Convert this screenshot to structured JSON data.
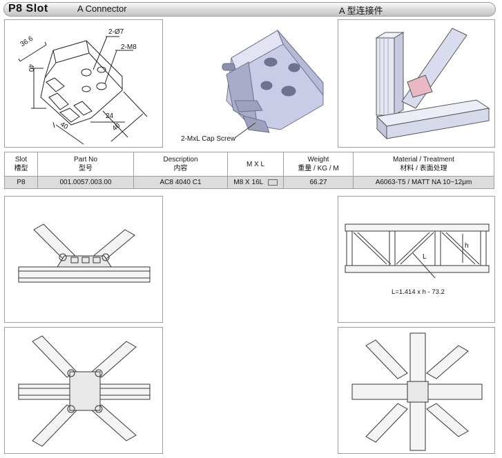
{
  "header": {
    "slot": "P8  Slot",
    "name_en": "A Connector",
    "name_zh": "A 型连接件"
  },
  "drawing": {
    "dim_36": "36.6",
    "dim_40_left": "40",
    "dim_40_bottom": "40",
    "dim_24": "24",
    "dim_40_right": "40",
    "hole_label": "2-Ø7",
    "thread_label": "2-M8"
  },
  "render_label": "2-MxL Cap Screw",
  "table": {
    "headers": [
      {
        "en": "Slot",
        "zh": "槽型"
      },
      {
        "en": "Part No",
        "zh": "型号"
      },
      {
        "en": "Description",
        "zh": "内容"
      },
      {
        "en": "M X L",
        "zh": ""
      },
      {
        "en": "Weight",
        "zh": "重量 / KG / M"
      },
      {
        "en": "Material / Treatment",
        "zh": "材料 / 表面处理"
      }
    ],
    "row": {
      "slot": "P8",
      "part_no": "001.0057.003.00",
      "description": "AC8 4040 C1",
      "mxl": "M8 X 16L",
      "weight": "66.27",
      "material": "A6063-T5 / MATT NA 10~12μm"
    }
  },
  "truss": {
    "h_label": "h",
    "l_label": "L",
    "formula": "L=1.414 x h - 73.2"
  },
  "colors": {
    "header_top": "#fafafa",
    "header_bottom": "#c4c4c4",
    "row_bg": "#dcdcdc",
    "border": "#9d9d9d",
    "part": "#c9cce6"
  }
}
